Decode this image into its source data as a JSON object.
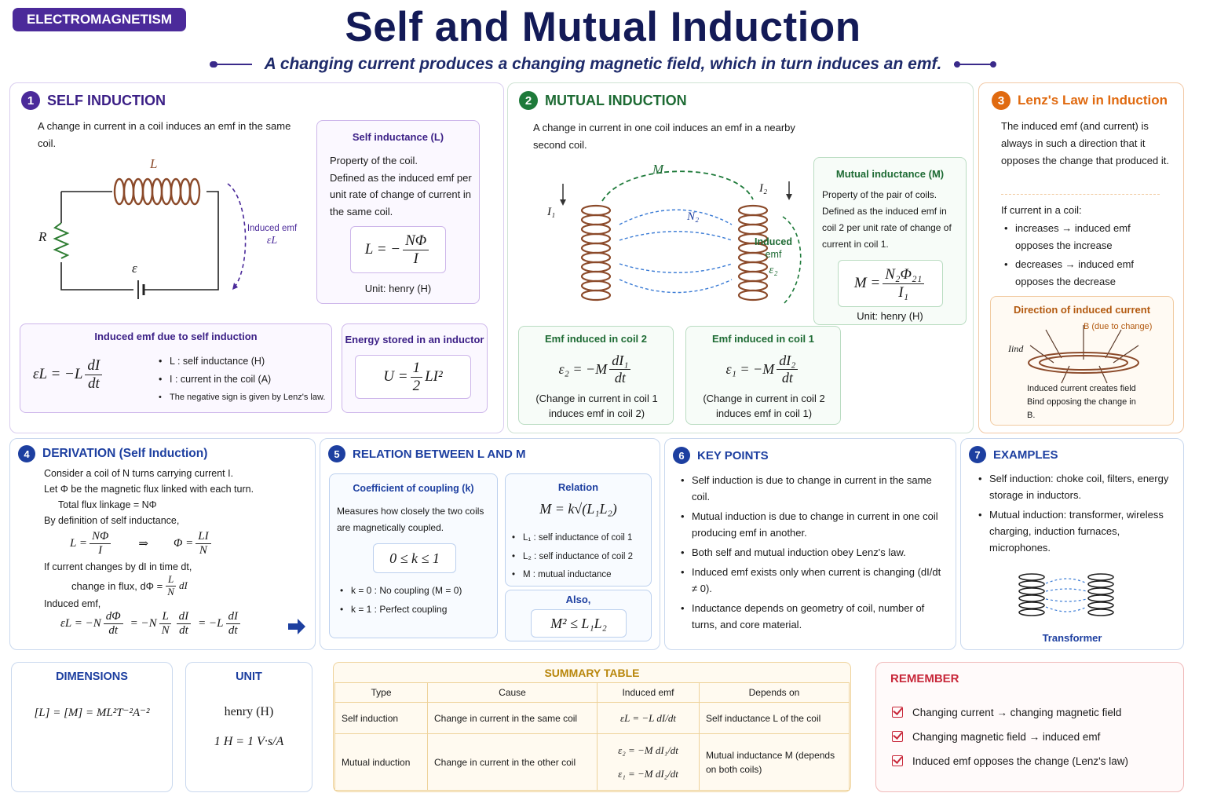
{
  "tag": "ELECTROMAGNETISM",
  "title": "Self and Mutual Induction",
  "subtitle": "A changing current produces a changing magnetic field, which in turn induces an emf.",
  "colors": {
    "violet": "#4b2a9a",
    "green": "#1e7a3a",
    "orange": "#e06a10",
    "blue": "#1d3fa0",
    "red": "#c8283a",
    "amber": "#b8860b"
  },
  "self": {
    "num": "1",
    "heading": "SELF INDUCTION",
    "desc": "A change in current in a coil induces an emf in the same coil.",
    "diagram": {
      "L": "L",
      "R": "R",
      "emf": "ε",
      "induced1": "Induced emf",
      "induced2": "εL"
    },
    "box": {
      "title": "Self inductance (L)",
      "lines": [
        "Property of the coil.",
        "Defined as the induced emf per unit rate of change of current in the same coil."
      ],
      "eq_lhs": "L = −",
      "eq_num": "NΦ",
      "eq_den": "I",
      "unit": "Unit: henry (H)"
    },
    "emfbox": {
      "title": "Induced emf due to self induction",
      "eq_lhs": "εL = −L",
      "eq_num": "dI",
      "eq_den": "dt",
      "bullets": [
        "L : self inductance (H)",
        "I : current in the coil (A)",
        "The negative sign is given by Lenz's law."
      ]
    },
    "energy": {
      "title": "Energy stored in an inductor",
      "eq_lhs": "U =",
      "eq_num": "1",
      "eq_den": "2",
      "eq_rhs": "LI²"
    }
  },
  "mutual": {
    "num": "2",
    "heading": "MUTUAL INDUCTION",
    "desc": "A change in current in one coil induces an emf in a nearby second coil.",
    "diagram": {
      "M": "M",
      "I1": "I₁",
      "I2": "I₂",
      "N2": "N₂",
      "induced1": "Induced",
      "induced2": "emf",
      "induced3": "ε₂"
    },
    "box": {
      "title": "Mutual inductance (M)",
      "lines": [
        "Property of the pair of coils.",
        "Defined as the induced emf in coil 2 per unit rate of change of current in coil 1."
      ],
      "eq_lhs": "M =",
      "eq_num": "N₂Φ₂₁",
      "eq_den": "I₁",
      "unit": "Unit: henry (H)"
    },
    "emf2": {
      "title": "Emf induced in coil 2",
      "eq_lhs": "ε₂ = −M",
      "eq_num": "dI₁",
      "eq_den": "dt",
      "note": "(Change in current in coil 1 induces emf in coil 2)"
    },
    "emf1": {
      "title": "Emf induced in coil 1",
      "eq_lhs": "ε₁ = −M",
      "eq_num": "dI₂",
      "eq_den": "dt",
      "note": "(Change in current in coil 2 induces emf in coil 1)"
    }
  },
  "lenz": {
    "num": "3",
    "heading": "Lenz's Law in Induction",
    "desc": "The induced emf (and current) is always in such a direction that it opposes the change that produced it.",
    "if": "If current in a coil:",
    "bullets": [
      "increases → induced emf opposes the increase",
      "decreases → induced emf opposes the decrease"
    ],
    "box": {
      "title": "Direction of induced current",
      "B": "B (due to change)",
      "Iind": "Iind",
      "caption": "Induced current creates field Bind opposing the change in B."
    }
  },
  "derivation": {
    "num": "4",
    "heading": "DERIVATION (Self Induction)",
    "l1": "Consider a coil of N turns carrying current I.",
    "l2": "Let Φ be the magnetic flux linked with each turn.",
    "l3": "Total flux linkage = NΦ",
    "l4": "By definition of self inductance,",
    "eqA_lhs": "L =",
    "eqA_num": "NΦ",
    "eqA_den": "I",
    "arrow": "⇒",
    "eqB_lhs": "Φ =",
    "eqB_num": "LI",
    "eqB_den": "N",
    "l5": "If current changes by dI in time dt,",
    "l6": "change in flux, dΦ =",
    "l6_num": "L",
    "l6_den": "N",
    "l6_rhs": "dI",
    "l7": "Induced emf,",
    "f_lhs": "εL = −N",
    "f_n1": "dΦ",
    "f_d1": "dt",
    "f_mid": "= −N",
    "f_n2": "L",
    "f_d2": "N",
    "f_n3": "dI",
    "f_d3": "dt",
    "f_end": "= −L",
    "f_n4": "dI",
    "f_d4": "dt"
  },
  "relation": {
    "num": "5",
    "heading": "RELATION BETWEEN L AND M",
    "coef": {
      "title": "Coefficient of coupling (k)",
      "desc": "Measures how closely the two coils are magnetically coupled.",
      "range": "0 ≤ k ≤ 1",
      "bullets": [
        "k = 0 : No coupling (M = 0)",
        "k = 1 : Perfect coupling"
      ]
    },
    "rel": {
      "title": "Relation",
      "eq": "M = k√(L₁L₂)",
      "bullets": [
        "L₁ : self inductance of coil 1",
        "L₂ : self inductance of coil 2",
        "M : mutual inductance"
      ]
    },
    "also": {
      "title": "Also,",
      "eq": "M² ≤ L₁L₂"
    }
  },
  "keypoints": {
    "num": "6",
    "heading": "KEY POINTS",
    "items": [
      "Self induction is due to change in current in the same coil.",
      "Mutual induction is due to change in current in one coil producing emf in another.",
      "Both self and mutual induction obey Lenz's law.",
      "Induced emf exists only when current is changing (dI/dt ≠ 0).",
      "Inductance depends on geometry of coil, number of turns, and core material."
    ]
  },
  "examples": {
    "num": "7",
    "heading": "EXAMPLES",
    "items": [
      "Self induction: choke coil, filters, energy storage in inductors.",
      "Mutual induction: transformer, wireless charging, induction furnaces, microphones."
    ],
    "caption": "Transformer"
  },
  "dimensions": {
    "heading": "DIMENSIONS",
    "eq": "[L] = [M] = ML²T⁻²A⁻²"
  },
  "unit": {
    "heading": "UNIT",
    "l1": "henry (H)",
    "l2": "1 H = 1 V·s/A"
  },
  "summary": {
    "heading": "SUMMARY TABLE",
    "columns": [
      "Type",
      "Cause",
      "Induced emf",
      "Depends on"
    ],
    "rows": [
      {
        "type": "Self induction",
        "cause": "Change in current in the same coil",
        "emf": [
          "εL = −L dI/dt"
        ],
        "depends": "Self inductance L of the coil"
      },
      {
        "type": "Mutual induction",
        "cause": "Change in current in the other coil",
        "emf": [
          "ε₂ = −M dI₁/dt",
          "ε₁ = −M dI₂/dt"
        ],
        "depends": "Mutual inductance M (depends on both coils)"
      }
    ]
  },
  "remember": {
    "heading": "REMEMBER",
    "items": [
      "Changing current → changing magnetic field",
      "Changing magnetic field → induced emf",
      "Induced emf opposes the change (Lenz's law)"
    ]
  }
}
